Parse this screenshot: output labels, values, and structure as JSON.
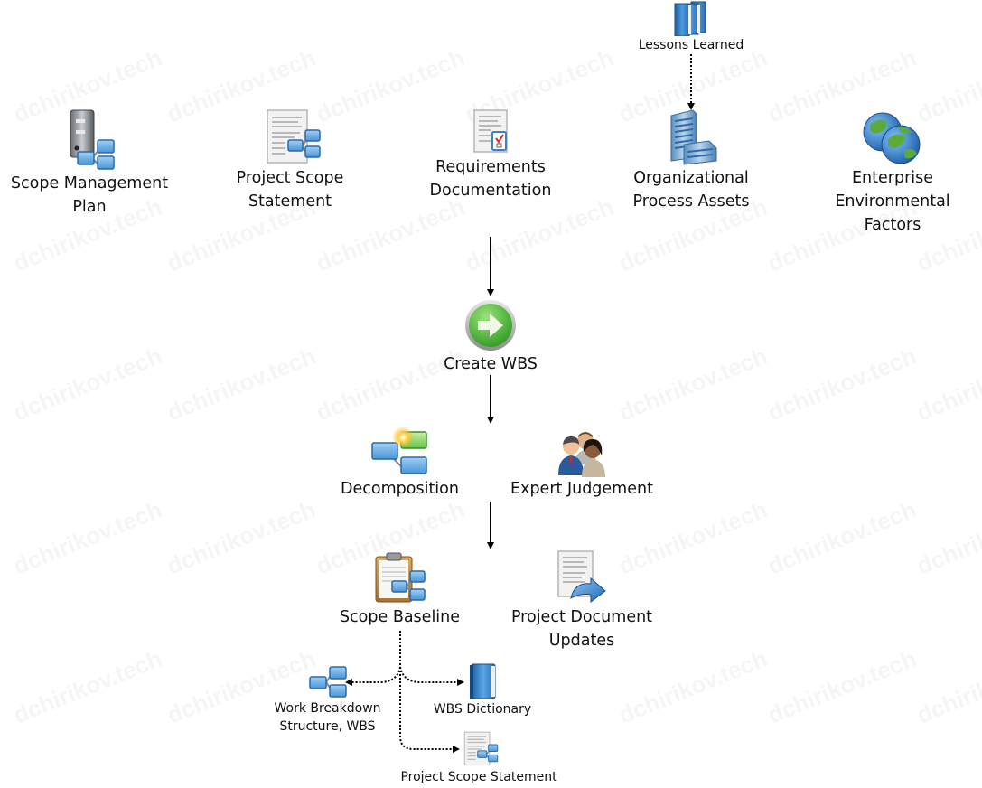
{
  "watermark": "dchirikov.tech",
  "inputs": [
    {
      "id": "scope-management-plan",
      "label": "Scope Management\nPlan",
      "icon": "binder-hierarchy-icon"
    },
    {
      "id": "project-scope-statement",
      "label": "Project Scope\nStatement",
      "icon": "document-hierarchy-icon"
    },
    {
      "id": "requirements-documentation",
      "label": "Requirements\nDocumentation",
      "icon": "document-checklist-icon"
    },
    {
      "id": "organizational-process-assets",
      "label": "Organizational\nProcess Assets",
      "icon": "office-building-icon"
    },
    {
      "id": "enterprise-environmental-factors",
      "label": "Enterprise\nEnvironmental\nFactors",
      "icon": "globes-icon"
    }
  ],
  "sub_inputs": [
    {
      "id": "lessons-learned",
      "label": "Lessons Learned",
      "icon": "books-icon",
      "parent": "organizational-process-assets"
    }
  ],
  "process": {
    "label": "Create WBS",
    "icon": "green-arrow-circle-icon"
  },
  "tools": [
    {
      "id": "decomposition",
      "label": "Decomposition",
      "icon": "decomposition-icon"
    },
    {
      "id": "expert-judgement",
      "label": "Expert Judgement",
      "icon": "experts-group-icon"
    }
  ],
  "outputs": [
    {
      "id": "scope-baseline",
      "label": "Scope Baseline",
      "icon": "clipboard-hierarchy-icon"
    },
    {
      "id": "project-document-updates",
      "label": "Project Document\nUpdates",
      "icon": "document-update-icon"
    }
  ],
  "baseline_components": [
    {
      "id": "wbs",
      "label": "Work Breakdown\nStructure, WBS",
      "icon": "hierarchy-icon"
    },
    {
      "id": "wbs-dictionary",
      "label": "WBS Dictionary",
      "icon": "book-icon"
    },
    {
      "id": "baseline-project-scope-statement",
      "label": "Project Scope Statement",
      "icon": "document-hierarchy-icon"
    }
  ],
  "colors": {
    "box_blue": "#5fa8e0",
    "box_border": "#2a6aa8",
    "arrow": "#000000",
    "process_green": "#4cbb3a",
    "globe_blue": "#3a86d8",
    "globe_green": "#5cab3a"
  }
}
